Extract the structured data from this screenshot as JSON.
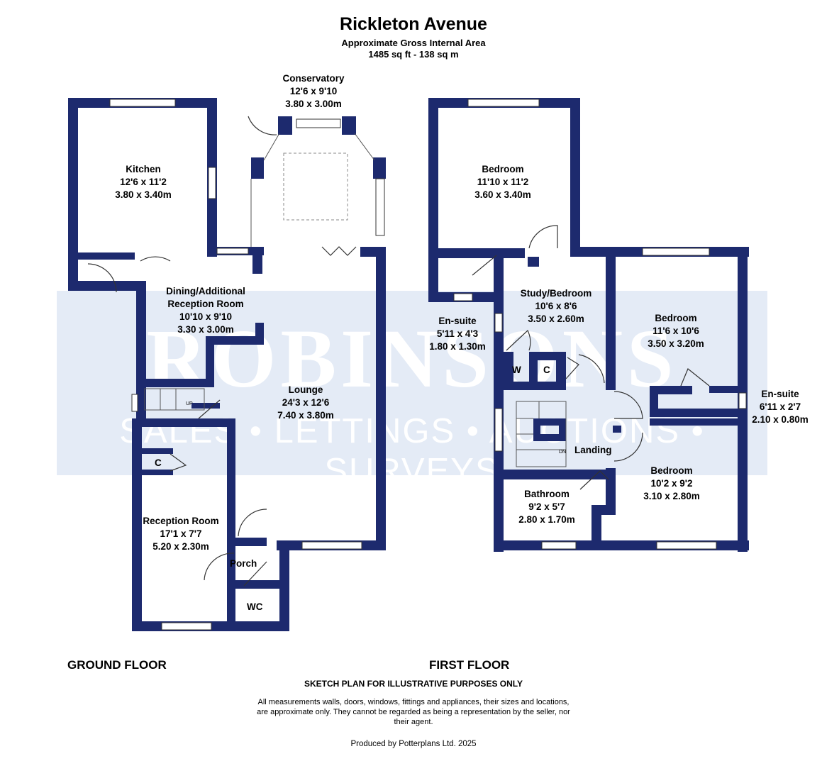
{
  "header": {
    "title": "Rickleton Avenue",
    "subtitle_line1": "Approximate Gross Internal Area",
    "subtitle_line2": "1485 sq ft - 138 sq m"
  },
  "watermark": {
    "brand": "ROBINSONS",
    "tagline": "SALES • LETTINGS • AUCTIONS • SURVEYS"
  },
  "colors": {
    "wall": "#1d2a6e",
    "watermark_band": "#dfe7f4"
  },
  "rooms": {
    "conservatory": {
      "name": "Conservatory",
      "imperial": "12'6 x 9'10",
      "metric": "3.80 x 3.00m"
    },
    "kitchen": {
      "name": "Kitchen",
      "imperial": "12'6 x 11'2",
      "metric": "3.80 x 3.40m"
    },
    "dining": {
      "name_line1": "Dining/Additional",
      "name_line2": "Reception Room",
      "imperial": "10'10 x 9'10",
      "metric": "3.30 x 3.00m"
    },
    "lounge": {
      "name": "Lounge",
      "imperial": "24'3 x 12'6",
      "metric": "7.40 x 3.80m"
    },
    "reception": {
      "name": "Reception Room",
      "imperial": "17'1 x 7'7",
      "metric": "5.20 x 2.30m"
    },
    "porch": {
      "name": "Porch"
    },
    "wc": {
      "name": "WC"
    },
    "ground_cupboard": {
      "name": "C"
    },
    "bedroom1": {
      "name": "Bedroom",
      "imperial": "11'10 x 11'2",
      "metric": "3.60 x 3.40m"
    },
    "ensuite1": {
      "name": "En-suite",
      "imperial": "5'11 x 4'3",
      "metric": "1.80 x 1.30m"
    },
    "study": {
      "name": "Study/Bedroom",
      "imperial": "10'6 x 8'6",
      "metric": "3.50 x 2.60m"
    },
    "bedroom2": {
      "name": "Bedroom",
      "imperial": "11'6 x 10'6",
      "metric": "3.50 x 3.20m"
    },
    "ensuite2": {
      "name": "En-suite",
      "imperial": "6'11 x 2'7",
      "metric": "2.10 x 0.80m"
    },
    "bedroom3": {
      "name": "Bedroom",
      "imperial": "10'2 x 9'2",
      "metric": "3.10 x 2.80m"
    },
    "bathroom": {
      "name": "Bathroom",
      "imperial": "9'2 x 5'7",
      "metric": "2.80 x 1.70m"
    },
    "landing": {
      "name": "Landing"
    },
    "first_w": {
      "name": "W"
    },
    "first_c": {
      "name": "C"
    }
  },
  "stairs": {
    "up": "UP",
    "down": "DN"
  },
  "floors": {
    "ground": "GROUND FLOOR",
    "first": "FIRST FLOOR"
  },
  "footer": {
    "sketch": "SKETCH PLAN FOR ILLUSTRATIVE PURPOSES ONLY",
    "disclaimer": "All measurements walls, doors, windows, fittings and appliances, their sizes and locations, are approximate only. They cannot be regarded as being a representation by the seller, nor their agent.",
    "produced": "Produced by Potterplans Ltd. 2025"
  }
}
